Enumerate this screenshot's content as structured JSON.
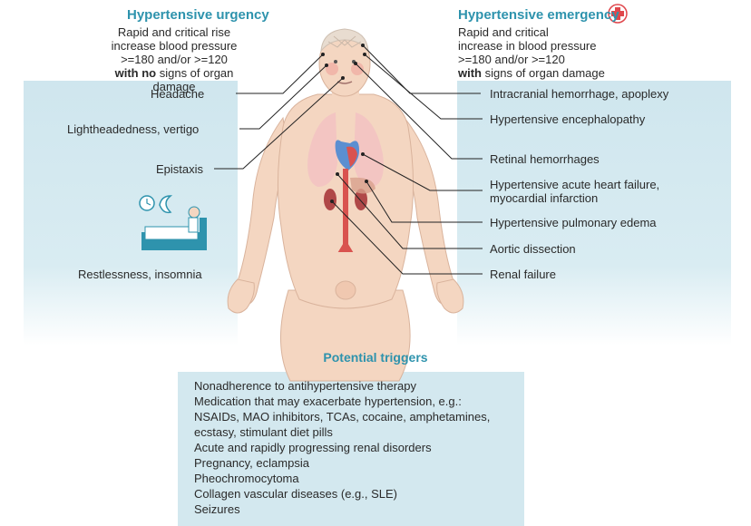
{
  "urgency": {
    "title": "Hypertensive urgency",
    "line1": "Rapid and critical rise",
    "line2": "increase blood pressure",
    "line3": ">=180 and/or >=120",
    "line4_bold": "with no",
    "line4_rest": " signs of organ damage"
  },
  "emergency": {
    "title": "Hypertensive emergency",
    "line1": "Rapid and critical",
    "line2": "increase in blood pressure",
    "line3": ">=180 and/or >=120",
    "line4_bold": "with",
    "line4_rest": " signs of organ damage"
  },
  "left_labels": {
    "headache": "Headache",
    "lightheadedness": "Lightheadedness, vertigo",
    "epistaxis": "Epistaxis",
    "restlessness": "Restlessness, insomnia"
  },
  "right_labels": {
    "intracranial": "Intracranial hemorrhage, apoplexy",
    "encephalopathy": "Hypertensive encephalopathy",
    "retinal": "Retinal hemorrhages",
    "heart_line1": "Hypertensive acute heart failure,",
    "heart_line2": "myocardial infarction",
    "pulmonary": "Hypertensive pulmonary edema",
    "aortic": "Aortic dissection",
    "renal": "Renal failure"
  },
  "triggers": {
    "title": "Potential triggers",
    "items": [
      "Nonadherence to antihypertensive therapy",
      "Medication that may exacerbate hypertension, e.g.:",
      "NSAIDs, MAO inhibitors, TCAs, cocaine, amphetamines,",
      "ecstasy, stimulant diet pills",
      "Acute and rapidly progressing renal disorders",
      "Pregnancy, eclampsia",
      "Pheochromocytoma",
      "Collagen vascular diseases (e.g., SLE)",
      "Seizures"
    ]
  },
  "colors": {
    "accent": "#2e93ad",
    "panel": "#d3e8ef",
    "skin": "#f4d6c1",
    "cross": "#e0474c"
  }
}
